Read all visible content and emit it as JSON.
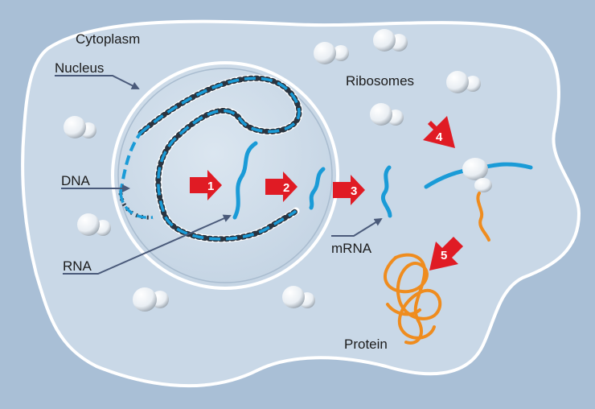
{
  "labels": {
    "cytoplasm": "Cytoplasm",
    "nucleus": "Nucleus",
    "dna": "DNA",
    "rna": "RNA",
    "ribosomes": "Ribosomes",
    "mrna": "mRNA",
    "protein": "Protein"
  },
  "steps": [
    "1",
    "2",
    "3",
    "4",
    "5"
  ],
  "colors": {
    "background": "#a9bfd6",
    "cytoplasm": "#c9d8e7",
    "cell_outline": "#ffffff",
    "nucleus_fill": "#d3e0ec",
    "strand": "#1a9bd7",
    "protein": "#ef8c1e",
    "arrow": "#e01b24",
    "pointer": "#4a5a7a"
  }
}
